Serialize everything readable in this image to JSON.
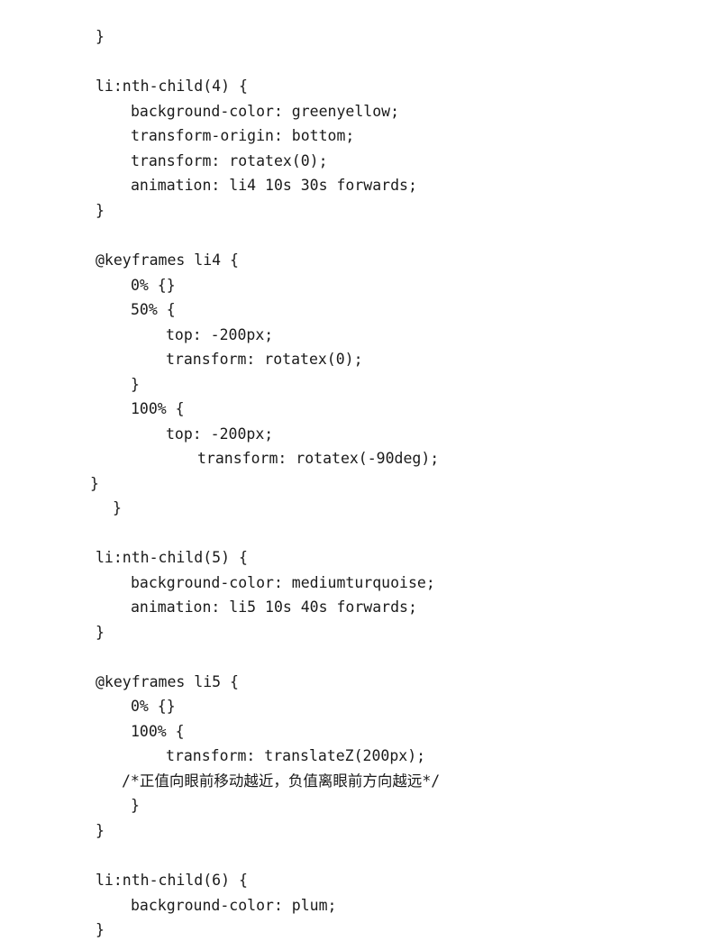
{
  "document": {
    "lines": [
      "}",
      "li:nth-child(4) {",
      "background-color: greenyellow;",
      "transform-origin: bottom;",
      "transform: rotatex(0);",
      "animation: li4 10s 30s forwards;",
      "}",
      "@keyframes li4 {",
      "0% {}",
      "50% {",
      "top: -200px;",
      "transform: rotatex(0);",
      "}",
      "100% {",
      "top: -200px;",
      "transform: rotatex(-90deg);",
      "}",
      "}",
      "li:nth-child(5) {",
      "background-color: mediumturquoise;",
      "animation: li5 10s 40s forwards;",
      "}",
      "@keyframes li5 {",
      "0% {}",
      "100% {",
      "transform: translateZ(200px);",
      "/*正值向眼前移动越近，负值离眼前方向越远*/",
      "}",
      "}",
      "li:nth-child(6) {",
      "background-color: plum;",
      "}"
    ]
  }
}
